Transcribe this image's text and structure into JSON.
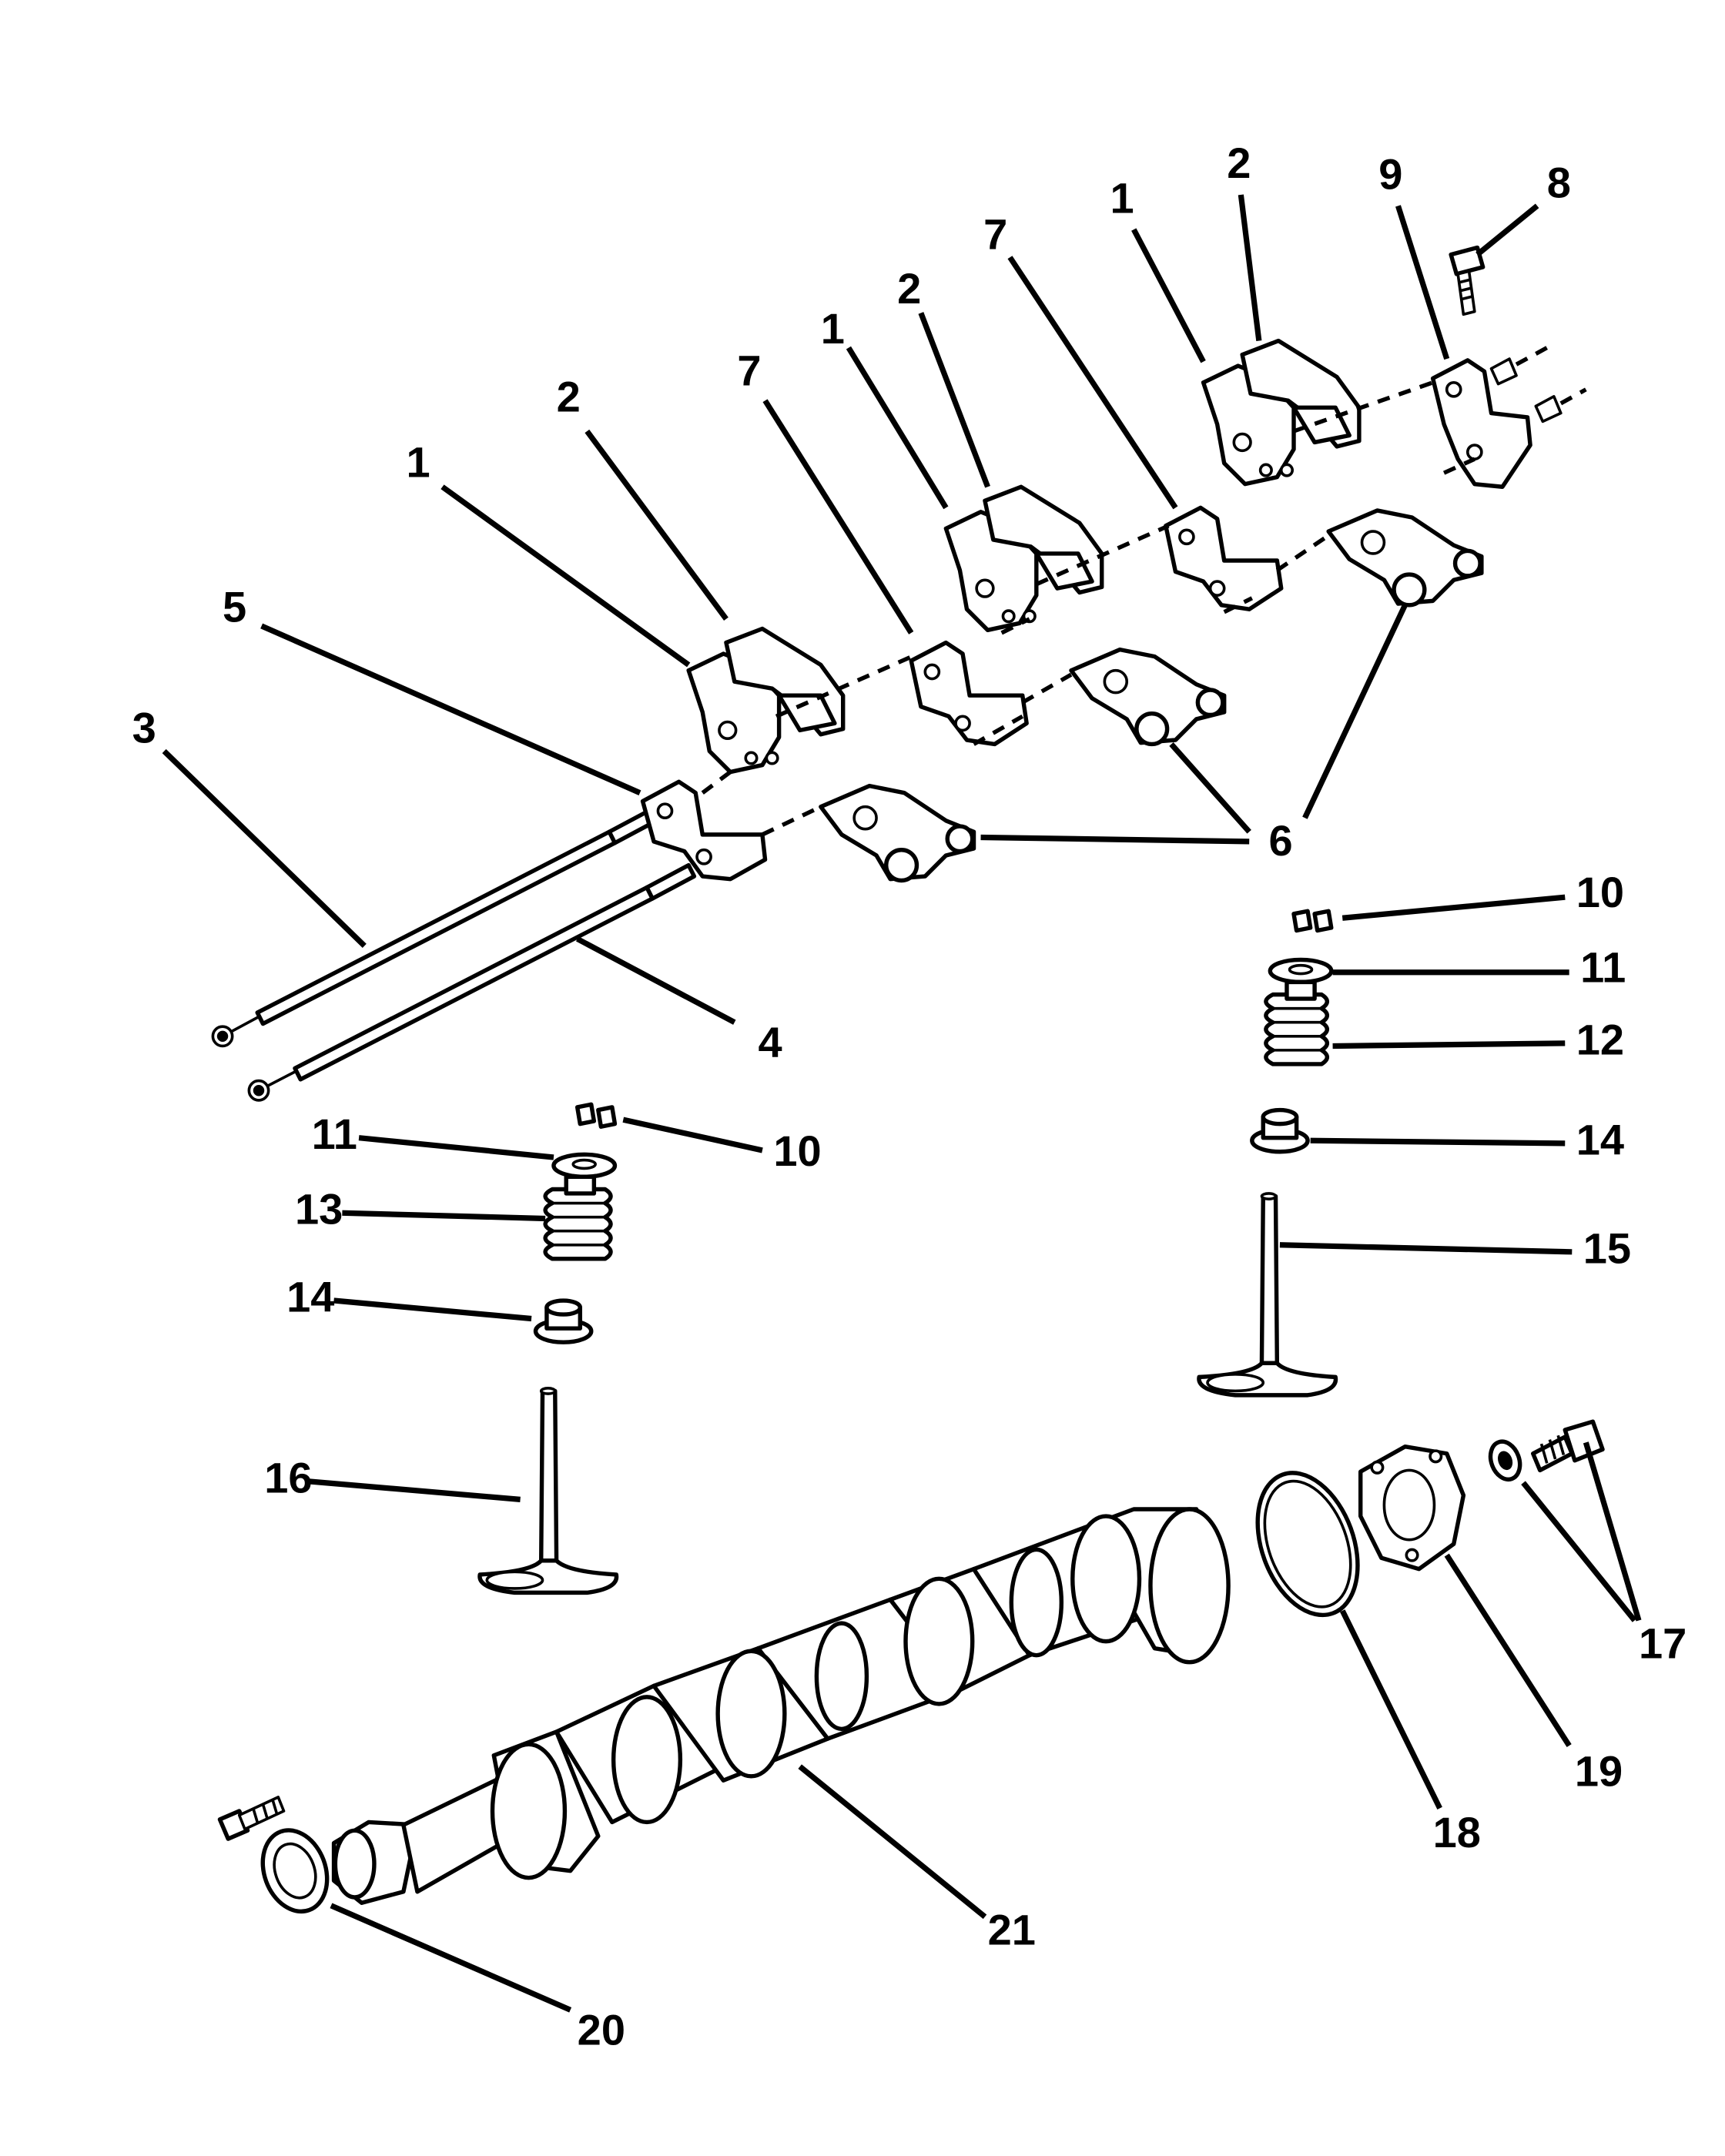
{
  "callouts": [
    {
      "id": "c-2-a",
      "text": "2"
    },
    {
      "id": "c-1-a",
      "text": "1"
    },
    {
      "id": "c-5",
      "text": "5"
    },
    {
      "id": "c-3",
      "text": "3"
    },
    {
      "id": "c-4",
      "text": "4"
    },
    {
      "id": "c-7-a",
      "text": "7"
    },
    {
      "id": "c-1-b",
      "text": "1"
    },
    {
      "id": "c-2-b",
      "text": "2"
    },
    {
      "id": "c-7-b",
      "text": "7"
    },
    {
      "id": "c-1-c",
      "text": "1"
    },
    {
      "id": "c-2-c",
      "text": "2"
    },
    {
      "id": "c-9",
      "text": "9"
    },
    {
      "id": "c-8",
      "text": "8"
    },
    {
      "id": "c-6",
      "text": "6"
    },
    {
      "id": "c-10-a",
      "text": "10"
    },
    {
      "id": "c-11-a",
      "text": "11"
    },
    {
      "id": "c-12",
      "text": "12"
    },
    {
      "id": "c-14-a",
      "text": "14"
    },
    {
      "id": "c-15",
      "text": "15"
    },
    {
      "id": "c-11-b",
      "text": "11"
    },
    {
      "id": "c-10-b",
      "text": "10"
    },
    {
      "id": "c-13",
      "text": "13"
    },
    {
      "id": "c-14-b",
      "text": "14"
    },
    {
      "id": "c-16",
      "text": "16"
    },
    {
      "id": "c-17",
      "text": "17"
    },
    {
      "id": "c-19",
      "text": "19"
    },
    {
      "id": "c-18",
      "text": "18"
    },
    {
      "id": "c-20",
      "text": "20"
    },
    {
      "id": "c-21",
      "text": "21"
    }
  ]
}
